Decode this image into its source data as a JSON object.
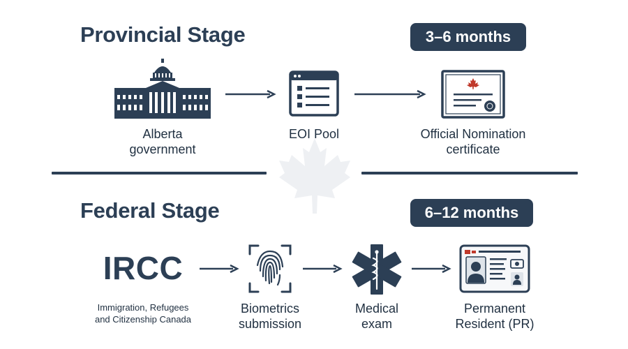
{
  "provincial": {
    "title": "Provincial Stage",
    "duration": "3–6 months",
    "steps": [
      {
        "line1": "Alberta",
        "line2": "government",
        "icon": "government-building-icon"
      },
      {
        "line1": "EOI Pool",
        "line2": "",
        "icon": "list-window-icon"
      },
      {
        "line1": "Official Nomination",
        "line2": "certificate",
        "icon": "certificate-icon"
      }
    ]
  },
  "federal": {
    "title": "Federal Stage",
    "duration": "6–12 months",
    "agency": {
      "acronym": "IRCC",
      "line1": "Immigration, Refugees",
      "line2": "and Citizenship Canada"
    },
    "steps": [
      {
        "line1": "Biometrics",
        "line2": "submission",
        "icon": "fingerprint-icon"
      },
      {
        "line1": "Medical",
        "line2": "exam",
        "icon": "medical-star-of-life-icon"
      },
      {
        "line1": "Permanent",
        "line2": "Resident (PR)",
        "icon": "pr-card-icon"
      }
    ]
  },
  "colors": {
    "primary": "#2c3f55",
    "watermark": "#eef0f3",
    "accent_red": "#c0392b"
  }
}
